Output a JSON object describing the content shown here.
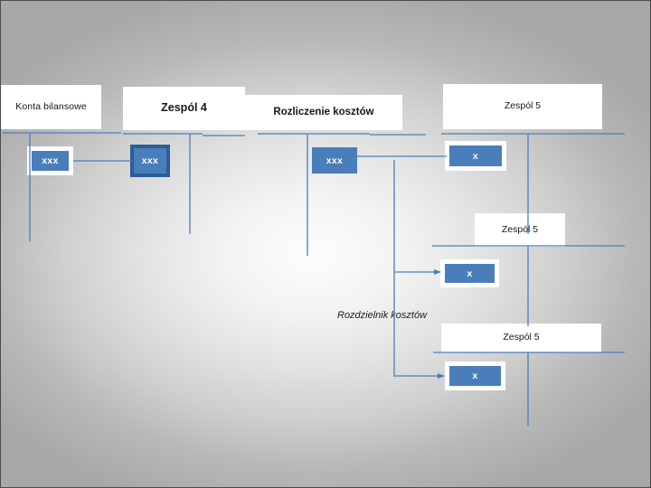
{
  "slide": {
    "title": "Konta bilansowe / Rozliczenie kosztow diagram",
    "background_color": "#c9c9c9",
    "accent_color": "#4a7ebb",
    "line_color": "#4a7ebb",
    "label_bg": "#ffffff",
    "text_color": "#171717"
  },
  "labels": {
    "konta_bilansowe": "Konta bilansowe",
    "zespol_4": "Zespól 4",
    "rozliczenie_kosztow": "Rozliczenie kosztów",
    "zespol_5_top": "Zespól 5",
    "zespol_5_middle": "Zespól 5",
    "zespol_5_bottom": "Zespól 5",
    "rozdzielnik_kosztow": "Rozdzielnik kosztów"
  },
  "nodes": [
    {
      "id": "node-1",
      "label": "xxx",
      "edge": "white"
    },
    {
      "id": "node-2",
      "label": "xxx",
      "edge": "dark"
    },
    {
      "id": "node-3",
      "label": "xxx",
      "edge": "none"
    },
    {
      "id": "node-4",
      "label": "x",
      "edge": "white"
    },
    {
      "id": "node-5",
      "label": "x",
      "edge": "white"
    },
    {
      "id": "node-6",
      "label": "x",
      "edge": "white"
    }
  ]
}
